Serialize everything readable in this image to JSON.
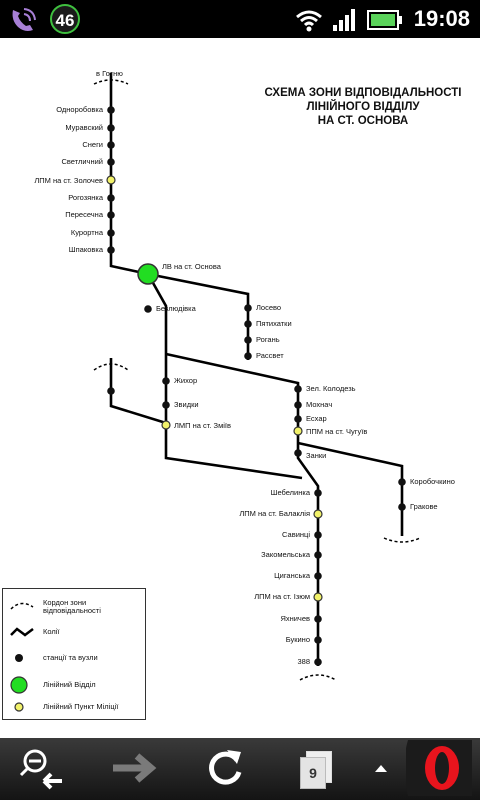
{
  "status_bar": {
    "time": "19:08",
    "notification_count": "46",
    "icons": [
      "viber-icon",
      "wifi-icon",
      "signal-icon",
      "battery-icon"
    ]
  },
  "map": {
    "title_lines": [
      "СХЕМА ЗОНИ ВІДПОВІДАЛЬНОСТІ",
      "ЛІНІЙНОГО ВІДДІЛУ",
      "НА СТ. ОСНОВА"
    ],
    "boundary_label": "в Готню",
    "stations": {
      "s1": "Одноробовка",
      "s2": "Муравский",
      "s3": "Снеги",
      "s4": "Светличний",
      "s5": "ЛПМ на ст. Золочев",
      "s6": "Рогозянка",
      "s7": "Пересечна",
      "s8": "Курортна",
      "s9": "Шпаковка",
      "s10": "ЛВ на ст. Основа",
      "s11": "Безлюдівка",
      "s12": "Лосево",
      "s13": "Пятихатки",
      "s14": "Рогань",
      "s15": "Рассвет",
      "s16": "Жихор",
      "s17": "Звидки",
      "s18": "ЛМП на ст. Зміїв",
      "s19": "Зел. Колодезь",
      "s20": "Мохнач",
      "s21": "Есхар",
      "s22": "ППМ на ст. Чугуїв",
      "s23": "Занки",
      "s24": "Коробочкино",
      "s25": "Гракове",
      "s26": "Шебелинка",
      "s27": "ЛПМ на ст. Балаклія",
      "s28": "Савинці",
      "s29": "Закомельська",
      "s30": "Циганська",
      "s31": "ЛПМ на ст. Ізюм",
      "s32": "Яхничев",
      "s33": "Букино",
      "s34": "388"
    }
  },
  "legend": {
    "boundary": "Кордон зони відповідальності",
    "tracks": "Колії",
    "stations": "станції та вузли",
    "line_dept": "Лінійний Відділ",
    "police_post": "Лінійний Пункт Міліції"
  },
  "nav_bar": {
    "tab_count": "9",
    "icons": [
      "zoom-out-icon",
      "forward-icon",
      "reload-icon",
      "tabs-icon",
      "menu-up-icon",
      "opera-logo-icon"
    ]
  },
  "colors": {
    "station": "#111111",
    "line_dept": "#22dd22",
    "police_post": "#f2f26a",
    "track": "#000000"
  }
}
